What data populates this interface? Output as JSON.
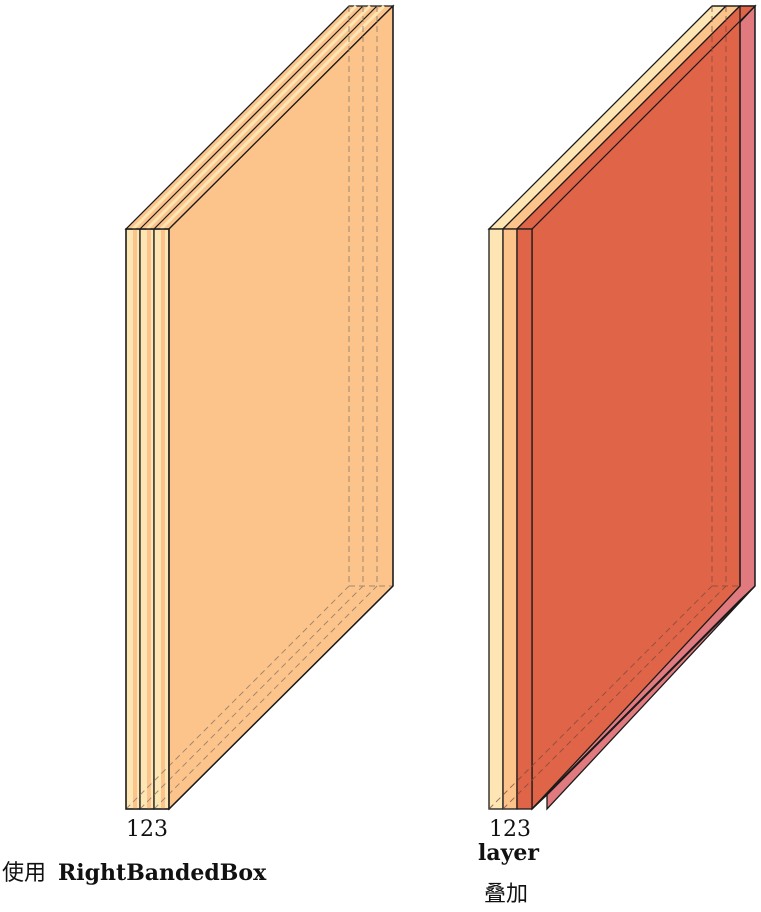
{
  "colors": {
    "cream": "#fde5b4",
    "peach": "#fcc48a",
    "red": "#e06448",
    "pink": "#e07a7e",
    "stroke": "#1a1a1a"
  },
  "left_diagram": {
    "tick_labels": "123",
    "caption_prefix": "使用",
    "caption_bold": "RightBandedBox"
  },
  "right_diagram": {
    "tick_labels": "123",
    "sublabel": "layer",
    "caption": "叠加"
  }
}
